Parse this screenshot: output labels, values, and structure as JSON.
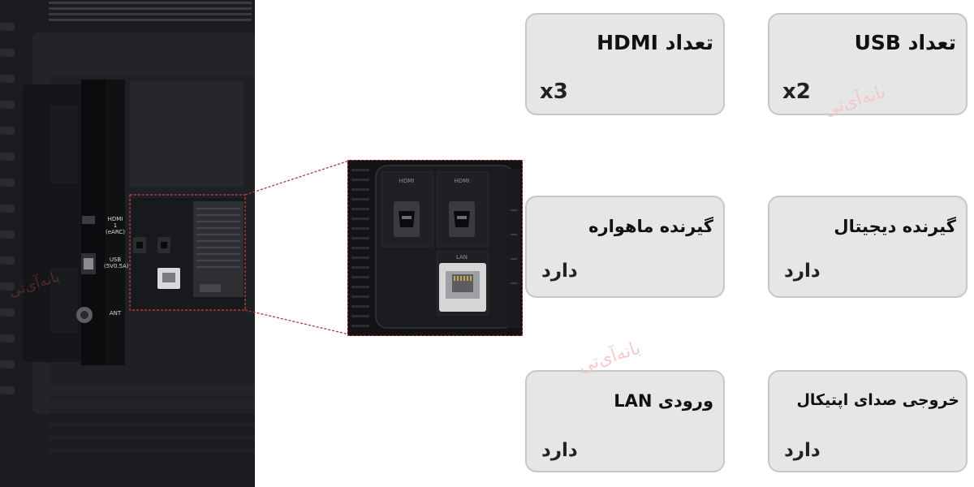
{
  "tv_back": {
    "labels": {
      "hdmi": "HDMI",
      "hdmi_port": "1",
      "hdmi_arc": "(eARC)",
      "usb": "USB",
      "usb_power": "(5V0.5A)",
      "ant": "ANT"
    }
  },
  "zoom": {
    "hdmi_left": "HDMI",
    "hdmi_right": "HDMI",
    "lan": "LAN"
  },
  "cards": [
    {
      "title": "تعداد HDMI",
      "value": "x3"
    },
    {
      "title": "تعداد USB",
      "value": "x2"
    },
    {
      "title": "گیرنده ماهواره",
      "value": "دارد"
    },
    {
      "title": "گیرنده دیجیتال",
      "value": "دارد"
    },
    {
      "title": "ورودی LAN",
      "value": "دارد"
    },
    {
      "title": "خروجی صدای اپتیکال",
      "value": "دارد"
    }
  ],
  "watermark": "بانه‌آی‌تی",
  "colors": {
    "card_bg": "#e6e6e6",
    "card_border": "#c7c7c7",
    "highlight_dashed": "#b13b3b",
    "tv_body": "#1c1d20"
  }
}
